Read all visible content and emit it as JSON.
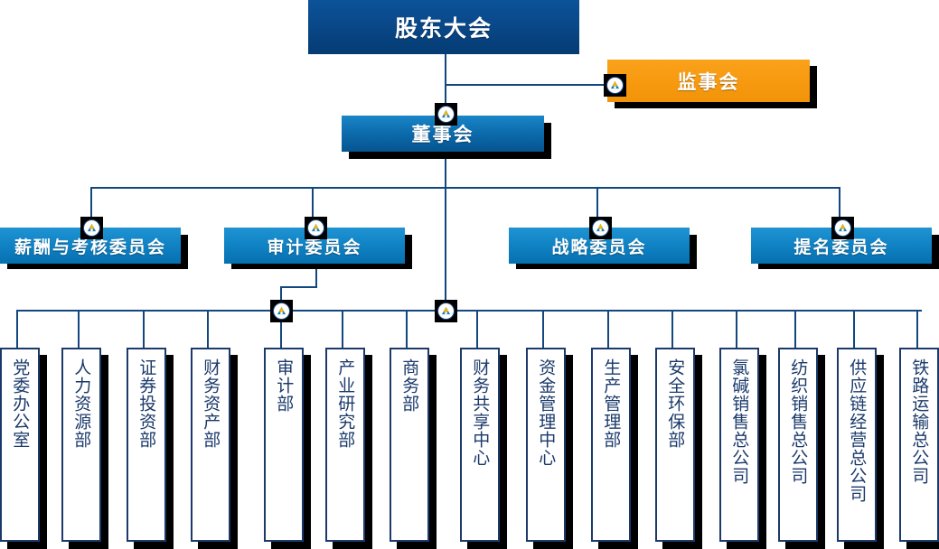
{
  "title": "组织架构图",
  "colors": {
    "top_box": "#0a4a8c",
    "board_box": "#0d6dae",
    "supervisor_box": "#f79a10",
    "committee_box": "#1184c6",
    "dept_border": "#1b3a6b",
    "dept_text": "#1b3a6b",
    "line": "#12477f",
    "shadow": "#000000",
    "node_text": "#ffffff"
  },
  "nodes": {
    "shareholders": {
      "label": "股东大会"
    },
    "supervisors": {
      "label": "监事会"
    },
    "board": {
      "label": "董事会"
    }
  },
  "committees": [
    {
      "label": "薪酬与考核委员会"
    },
    {
      "label": "审计委员会"
    },
    {
      "label": "战略委员会"
    },
    {
      "label": "提名委员会"
    }
  ],
  "departments": [
    {
      "label": "党委办公室"
    },
    {
      "label": "人力资源部"
    },
    {
      "label": "证券投资部"
    },
    {
      "label": "财务资产部"
    },
    {
      "label": "审计部"
    },
    {
      "label": "产业研究部"
    },
    {
      "label": "商务部"
    },
    {
      "label": "财务共享中心"
    },
    {
      "label": "资金管理中心"
    },
    {
      "label": "生产管理部"
    },
    {
      "label": "安全环保部"
    },
    {
      "label": "氯碱销售总公司"
    },
    {
      "label": "纺织销售总公司"
    },
    {
      "label": "供应链经营总公司"
    },
    {
      "label": "铁路运输总公司"
    }
  ],
  "badges": {
    "icon_name": "connector-badge-icon",
    "count": 8
  }
}
